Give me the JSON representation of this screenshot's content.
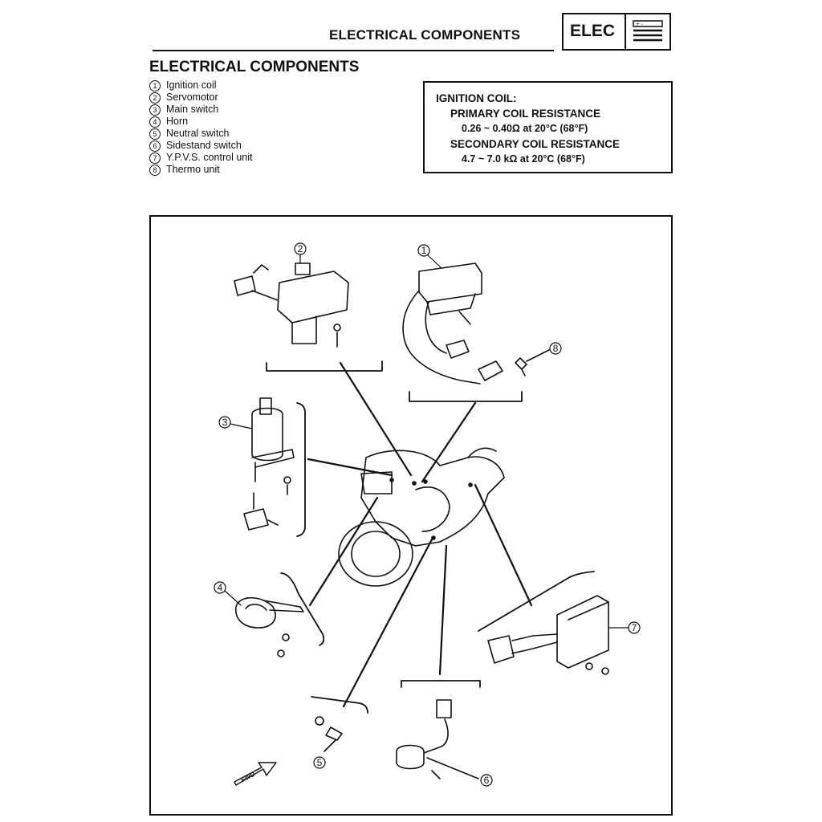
{
  "header": {
    "title": "ELECTRICAL COMPONENTS",
    "tag": "ELEC",
    "tag_icon": "battery-symbol-icon"
  },
  "section": {
    "title": "ELECTRICAL COMPONENTS"
  },
  "components": [
    {
      "num": "1",
      "label": "Ignition coil"
    },
    {
      "num": "2",
      "label": "Servomotor"
    },
    {
      "num": "3",
      "label": "Main switch"
    },
    {
      "num": "4",
      "label": "Horn"
    },
    {
      "num": "5",
      "label": "Neutral switch"
    },
    {
      "num": "6",
      "label": "Sidestand switch"
    },
    {
      "num": "7",
      "label": "Y.P.V.S. control unit"
    },
    {
      "num": "8",
      "label": "Thermo unit"
    }
  ],
  "spec": {
    "heading": "IGNITION COIL:",
    "primary_label": "PRIMARY COIL RESISTANCE",
    "primary_value": "0.26 ~ 0.40Ω at 20°C (68°F)",
    "secondary_label": "SECONDARY COIL RESISTANCE",
    "secondary_value": "4.7 ~ 7.0 kΩ at 20°C (68°F)"
  },
  "diagram": {
    "callouts": [
      "1",
      "2",
      "3",
      "4",
      "5",
      "6",
      "7",
      "8"
    ],
    "fwd_label": "FWD"
  },
  "colors": {
    "ink": "#111111",
    "paper": "#ffffff"
  }
}
